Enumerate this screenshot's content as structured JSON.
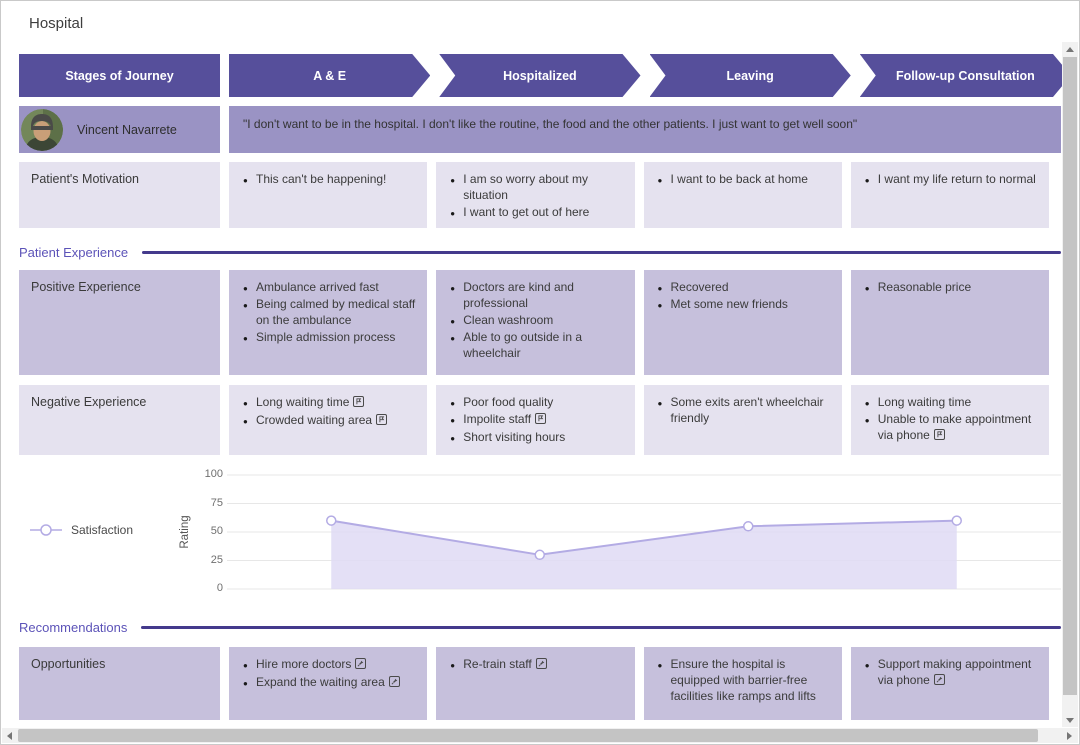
{
  "page": {
    "title": "Hospital"
  },
  "stages_header": "Stages of Journey",
  "stages": [
    "A & E",
    "Hospitalized",
    "Leaving",
    "Follow-up Consultation"
  ],
  "persona": {
    "name": "Vincent Navarrete",
    "quote": "\"I don't want to be in the hospital. I don't like the routine, the food and the other patients. I just want to get well soon\""
  },
  "sections": {
    "experience": "Patient Experience",
    "recommendations": "Recommendations"
  },
  "rows": {
    "motivation": {
      "label": "Patient's Motivation",
      "cells": [
        {
          "items": [
            {
              "text": "This can't be happening!"
            }
          ]
        },
        {
          "items": [
            {
              "text": "I am so worry about my situation"
            },
            {
              "text": "I want to get out of here"
            }
          ]
        },
        {
          "items": [
            {
              "text": "I want to be back at home"
            }
          ]
        },
        {
          "items": [
            {
              "text": "I want my life return to normal"
            }
          ]
        }
      ]
    },
    "positive": {
      "label": "Positive Experience",
      "cells": [
        {
          "items": [
            {
              "text": "Ambulance arrived fast"
            },
            {
              "text": "Being calmed by medical staff on the ambulance"
            },
            {
              "text": "Simple admission process"
            }
          ]
        },
        {
          "items": [
            {
              "text": "Doctors are kind and professional"
            },
            {
              "text": "Clean washroom"
            },
            {
              "text": "Able to go outside in a wheelchair"
            }
          ]
        },
        {
          "items": [
            {
              "text": "Recovered"
            },
            {
              "text": "Met some new friends"
            }
          ]
        },
        {
          "items": [
            {
              "text": "Reasonable price"
            }
          ]
        }
      ]
    },
    "negative": {
      "label": "Negative Experience",
      "cells": [
        {
          "items": [
            {
              "text": "Long waiting time",
              "icon": "note-flag"
            },
            {
              "text": "Crowded waiting area",
              "icon": "note-flag"
            }
          ]
        },
        {
          "items": [
            {
              "text": "Poor food quality"
            },
            {
              "text": "Impolite staff",
              "icon": "note-flag"
            },
            {
              "text": "Short visiting hours"
            }
          ]
        },
        {
          "items": [
            {
              "text": "Some exits aren't wheelchair friendly"
            }
          ]
        },
        {
          "items": [
            {
              "text": "Long waiting time"
            },
            {
              "text": "Unable to make appointment via phone",
              "icon": "note-flag"
            }
          ]
        }
      ]
    },
    "opportunities": {
      "label": "Opportunities",
      "cells": [
        {
          "items": [
            {
              "text": "Hire more doctors",
              "icon": "note-pin"
            },
            {
              "text": "Expand the waiting area",
              "icon": "note-pin"
            }
          ]
        },
        {
          "items": [
            {
              "text": "Re-train staff",
              "icon": "note-pin"
            }
          ]
        },
        {
          "items": [
            {
              "text": "Ensure the hospital is equipped with barrier-free facilities like ramps and lifts"
            }
          ]
        },
        {
          "items": [
            {
              "text": "Support making appointment via phone",
              "icon": "note-pin"
            }
          ]
        }
      ]
    }
  },
  "chart_data": {
    "type": "area",
    "categories": [
      "A & E",
      "Hospitalized",
      "Leaving",
      "Follow-up Consultation"
    ],
    "series": [
      {
        "name": "Satisfaction",
        "values": [
          60,
          30,
          55,
          60
        ]
      }
    ],
    "ylabel": "Rating",
    "yticks": [
      100,
      75,
      50,
      25,
      0
    ],
    "ylim": [
      0,
      100
    ],
    "grid": true,
    "legend_position": "left",
    "line_color": "#b3abe4",
    "fill_color": "#dfdbf5",
    "marker": "circle"
  },
  "colors": {
    "stage_header": "#564f9b",
    "persona_bar": "#9a93c4",
    "cell_light": "#e5e2ef",
    "cell_medium": "#c6c0dc",
    "section_accent": "#443a8c"
  }
}
